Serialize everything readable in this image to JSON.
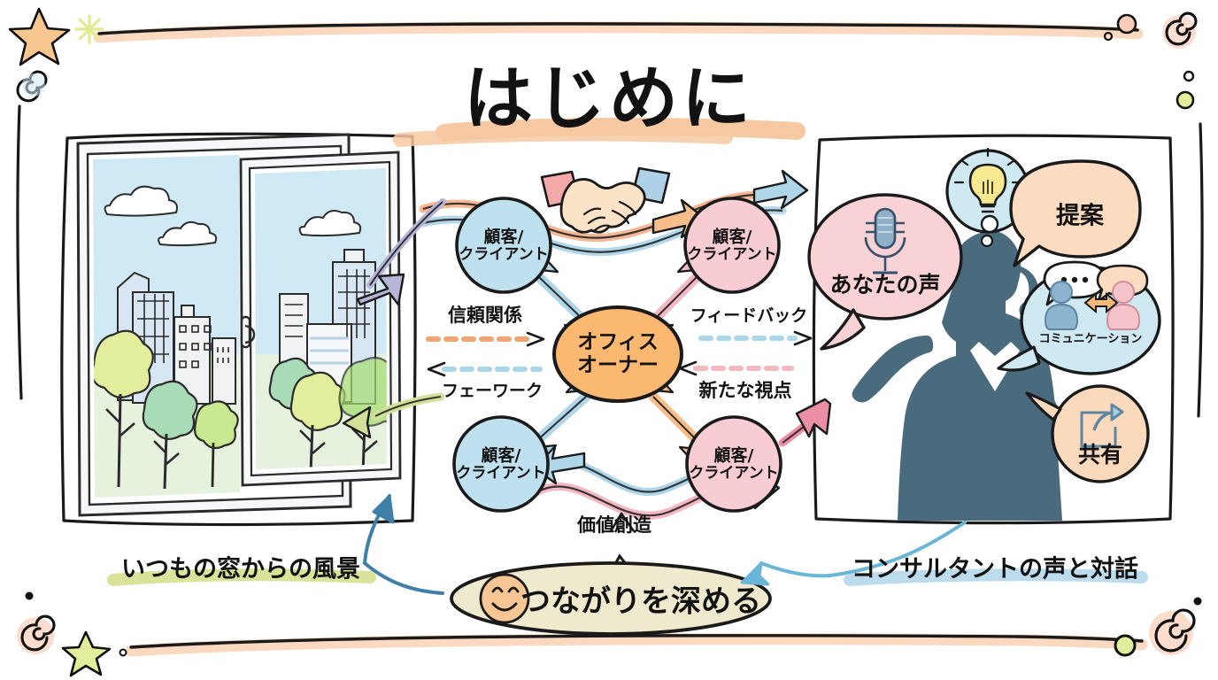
{
  "page": {
    "title": "はじめに",
    "title_highlight_color": "#f7c9a2",
    "background": "#ffffff",
    "frame_color": "#1a1a1a",
    "frame_accent_color": "#fbd9c0"
  },
  "left_panel": {
    "caption": "いつもの窓からの風景",
    "caption_highlight_color": "#dbe39a",
    "illustration": "window-city-view",
    "sky_color": "#cfeaf5",
    "cloud_color": "#ffffff",
    "building_color": "#d7e6f2",
    "tree_colors": [
      "#e2ee9b",
      "#a8dcb6",
      "#c9e88f"
    ],
    "frame_color": "#f2f2f2"
  },
  "right_panel": {
    "caption": "コンサルタントの声と対話",
    "caption_highlight_color": "#bcdcee",
    "silhouette": "businesswoman-silhouette",
    "silhouette_color": "#4a6madm",
    "bubbles": [
      {
        "id": "voice",
        "label": "あなたの声",
        "icon": "microphone-icon",
        "fill": "#f9d2d6",
        "text_size": 25
      },
      {
        "id": "idea",
        "label": "",
        "icon": "lightbulb-icon",
        "fill": "#cfe9f2",
        "text_size": 0
      },
      {
        "id": "proposal",
        "label": "提案",
        "icon": "none",
        "fill": "#fbdcc0",
        "text_size": 27
      },
      {
        "id": "communication",
        "label": "コミュニケーション",
        "icon": "two-people-icon",
        "fill": "#cfe9f2",
        "text_size": 14
      },
      {
        "id": "share",
        "label": "共有",
        "icon": "share-icon",
        "fill": "#fbd9bc",
        "text_size": 25
      }
    ]
  },
  "diagram": {
    "hub": {
      "label_line1": "オフィス",
      "label_line2": "オーナー",
      "fill": "#fab870"
    },
    "nodes": [
      {
        "id": "client-top-left",
        "line1": "顧客/",
        "line2": "クライアント",
        "fill": "#bfe0ee"
      },
      {
        "id": "client-top-right",
        "line1": "顧客/",
        "line2": "クライアント",
        "fill": "#f8ccd3"
      },
      {
        "id": "client-bottom-left",
        "line1": "顧客/",
        "line2": "クライアント",
        "fill": "#bfe0ee"
      },
      {
        "id": "client-bottom-right",
        "line1": "顧客/",
        "line2": "クライアント",
        "fill": "#f8ccd3"
      }
    ],
    "flows": [
      {
        "id": "trust",
        "label": "信頼関係",
        "direction": "right",
        "color": "#f0a672"
      },
      {
        "id": "framework",
        "label": "フェーワーク",
        "direction": "left",
        "color": "#a9d6e8"
      },
      {
        "id": "feedback",
        "label": "フィードバック",
        "direction": "right",
        "color": "#a9d6e8"
      },
      {
        "id": "newview",
        "label": "新たな視点",
        "direction": "left",
        "color": "#f3b8c2"
      },
      {
        "id": "valuecreate",
        "label": "価値創造",
        "direction": "up",
        "color": "#111111"
      }
    ],
    "handshake_icon": "handshake-icon",
    "footer_bubble": {
      "label": "つながりを深める",
      "icon": "smiley-icon",
      "fill": "#efe9cd",
      "icon_fill": "#f8c694"
    }
  },
  "decorations": [
    {
      "id": "star-top-left",
      "shape": "star",
      "color": "#f8c68f"
    },
    {
      "id": "sparkle-top-left",
      "shape": "sparkle",
      "color": "#e8ef9f"
    },
    {
      "id": "spiral-top-left",
      "shape": "spiral",
      "color": "#cfe9f2"
    },
    {
      "id": "spiral-top-right",
      "shape": "spiral",
      "color": "#f9cdb8"
    },
    {
      "id": "dot-top-right",
      "shape": "circle",
      "color": "#f9cdb8"
    },
    {
      "id": "dot-top-right-2",
      "shape": "circle",
      "color": "#e2ee9b"
    },
    {
      "id": "spiral-bottom-left",
      "shape": "spiral",
      "color": "#f9cdb8"
    },
    {
      "id": "star-bottom-left",
      "shape": "star",
      "color": "#e2ee9b"
    },
    {
      "id": "spiral-bottom-right",
      "shape": "spiral",
      "color": "#f9cdb8"
    },
    {
      "id": "dot-bottom-right",
      "shape": "circle",
      "color": "#e2ee9b"
    }
  ]
}
